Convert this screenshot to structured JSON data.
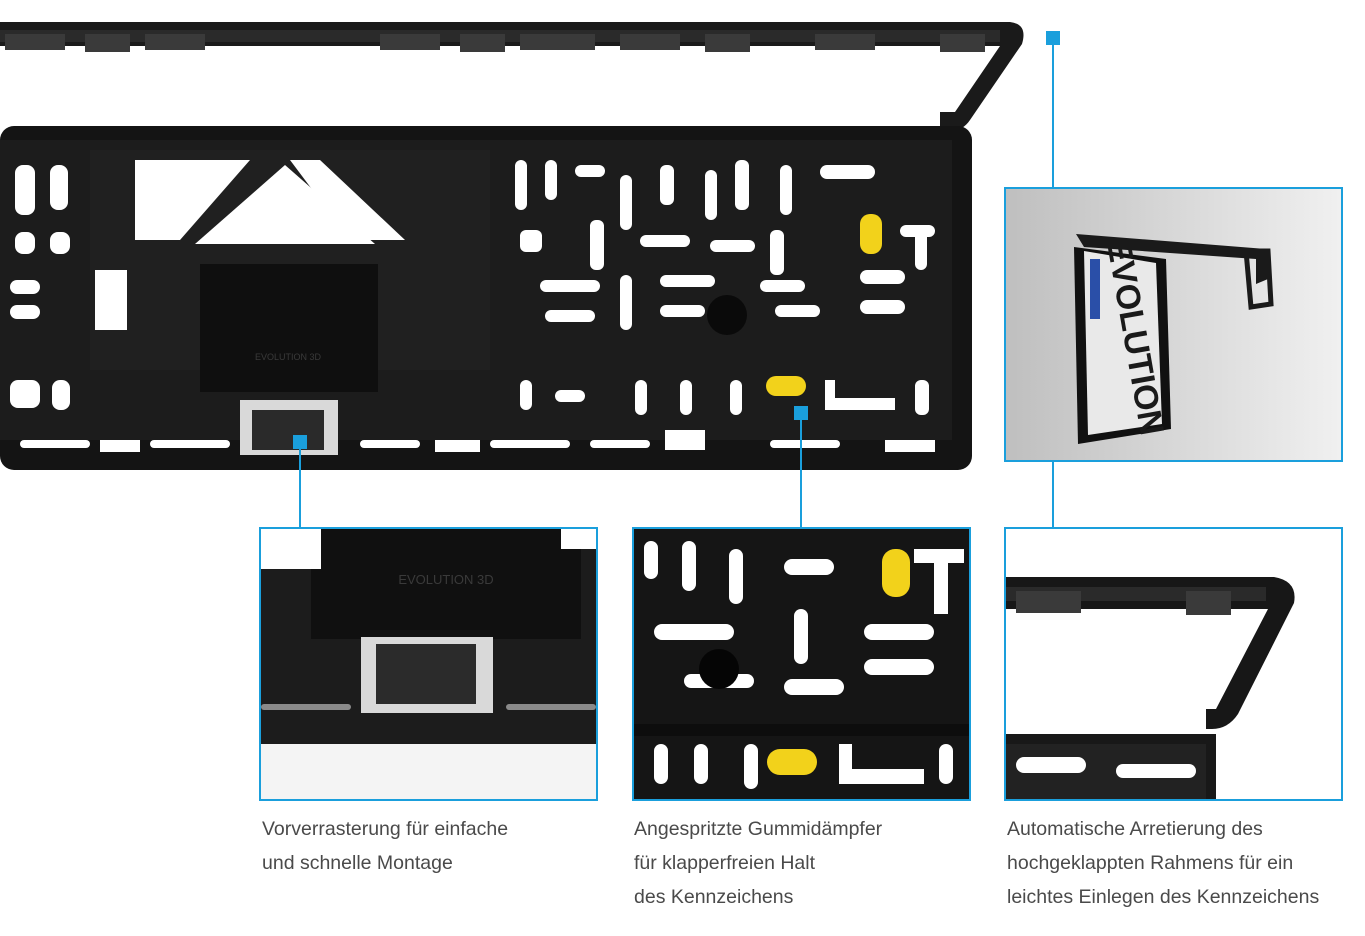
{
  "colors": {
    "accent": "#1a9fdc",
    "frame": "#171717",
    "damper": "#f2d21b",
    "caption_text": "#4a4a4a"
  },
  "main_photo": {
    "embossed_text": "EVOLUTION 3D"
  },
  "insets": [
    {
      "id": "pre-latching",
      "caption_lines": [
        "Vorverrasterung für einfache",
        "und schnelle Montage"
      ],
      "embossed_text": "EVOLUTION 3D"
    },
    {
      "id": "rubber-damper",
      "caption_lines": [
        "Angespritzte Gummidämpfer",
        "für klapperfreien Halt",
        "des Kennzeichens"
      ]
    },
    {
      "id": "auto-lock",
      "caption_lines": [
        "Automatische Arretierung des",
        "hochgeklappten Rahmens für ein",
        "leichtes Einlegen des Kennzeichens"
      ],
      "plate_text": "EVOLUTION"
    }
  ]
}
